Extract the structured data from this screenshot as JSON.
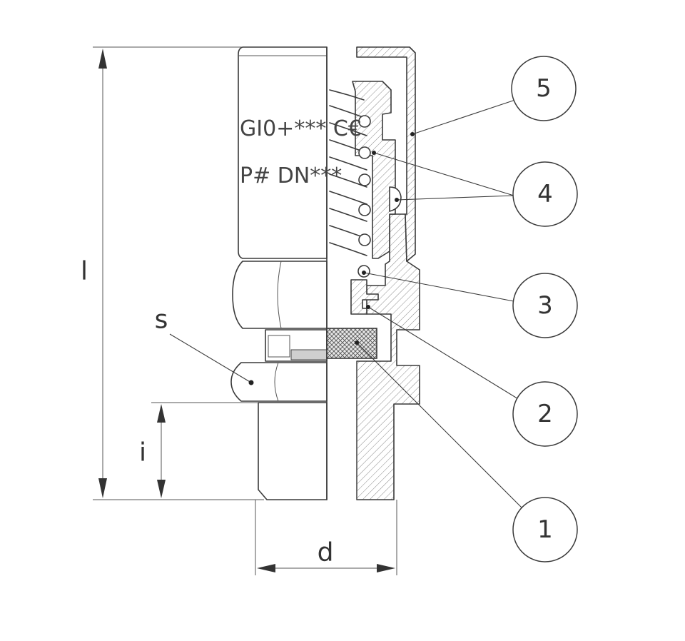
{
  "callouts": [
    {
      "id": "5",
      "label": "5"
    },
    {
      "id": "4",
      "label": "4"
    },
    {
      "id": "3",
      "label": "3"
    },
    {
      "id": "2",
      "label": "2"
    },
    {
      "id": "1",
      "label": "1"
    }
  ],
  "dimensions": {
    "length": "l",
    "hex": "s",
    "thread_length": "i",
    "diameter": "d"
  },
  "body_marking": {
    "line1": "GI0+*** C€",
    "line2": "P# DN***"
  }
}
